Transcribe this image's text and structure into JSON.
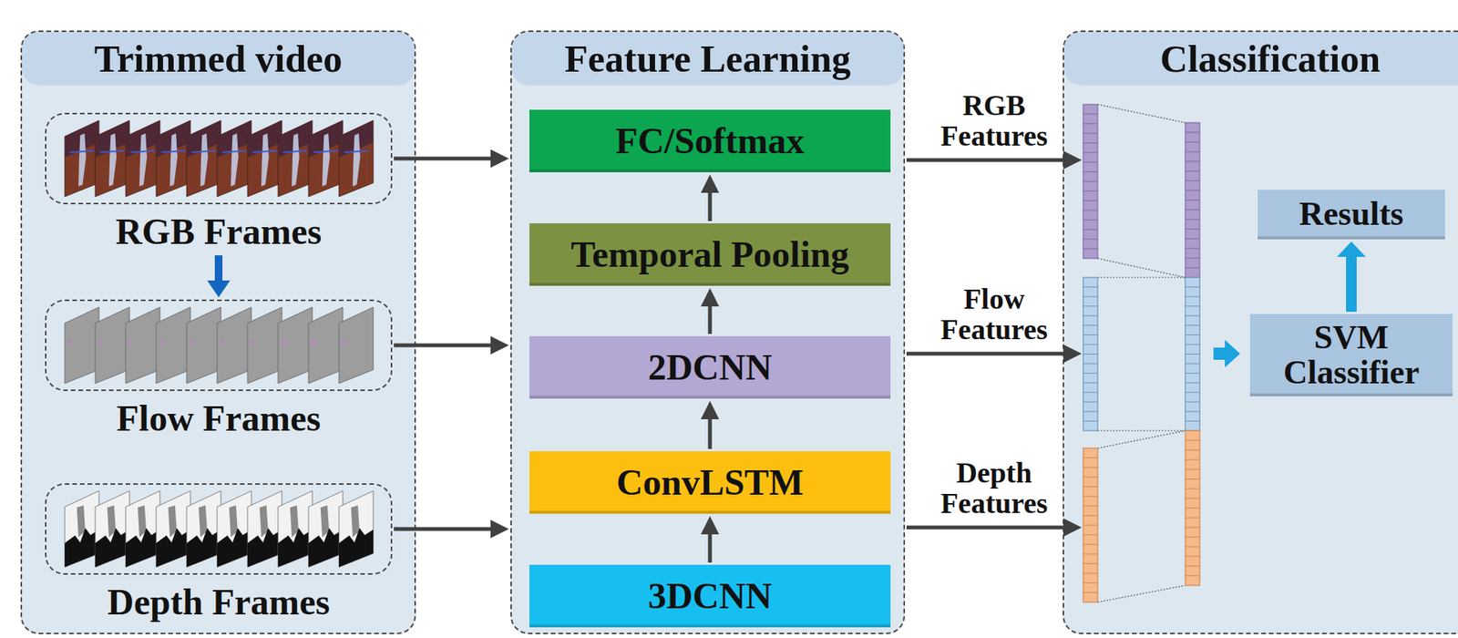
{
  "diagram": {
    "nodes": [
      {
        "text": [
          "Trimmed video"
        ]
      },
      {
        "text": [
          "RGB Frames"
        ],
        "in": 0
      },
      {
        "text": [
          "Flow Frames"
        ],
        "in": 0
      },
      {
        "text": [
          "Depth Frames"
        ],
        "in": 0
      },
      {
        "text": [
          "Feature Learning"
        ]
      },
      {
        "text": [
          "FC/Softmax"
        ],
        "in": 4
      },
      {
        "text": [
          "Temporal Pooling"
        ],
        "in": 4
      },
      {
        "text": [
          "2DCNN"
        ],
        "in": 4
      },
      {
        "text": [
          "ConvLSTM"
        ],
        "in": 4
      },
      {
        "text": [
          "3DCNN"
        ],
        "in": 4
      },
      {
        "text": [
          "Classification"
        ]
      },
      {
        "text": [
          "Results"
        ],
        "in": 10
      },
      {
        "text": [
          "SVM Classifier"
        ],
        "in": 10
      }
    ],
    "edges": [
      {
        "from": 1,
        "to": 2,
        "arrow": "to"
      },
      {
        "from": 1,
        "to": 4,
        "arrow": "to"
      },
      {
        "from": 2,
        "to": 4,
        "arrow": "to"
      },
      {
        "from": 3,
        "to": 4,
        "arrow": "to"
      },
      {
        "from": 9,
        "to": 8,
        "arrow": "to"
      },
      {
        "from": 8,
        "to": 7,
        "arrow": "to"
      },
      {
        "from": 7,
        "to": 6,
        "arrow": "to"
      },
      {
        "from": 6,
        "to": 5,
        "arrow": "to"
      },
      {
        "from": 4,
        "to": 10,
        "label": "RGB Features",
        "arrow": "to"
      },
      {
        "from": 4,
        "to": 10,
        "label": "Flow Features",
        "arrow": "to"
      },
      {
        "from": 4,
        "to": 10,
        "label": "Depth Features",
        "arrow": "to"
      },
      {
        "from": 12,
        "to": 11,
        "arrow": "to"
      }
    ]
  }
}
